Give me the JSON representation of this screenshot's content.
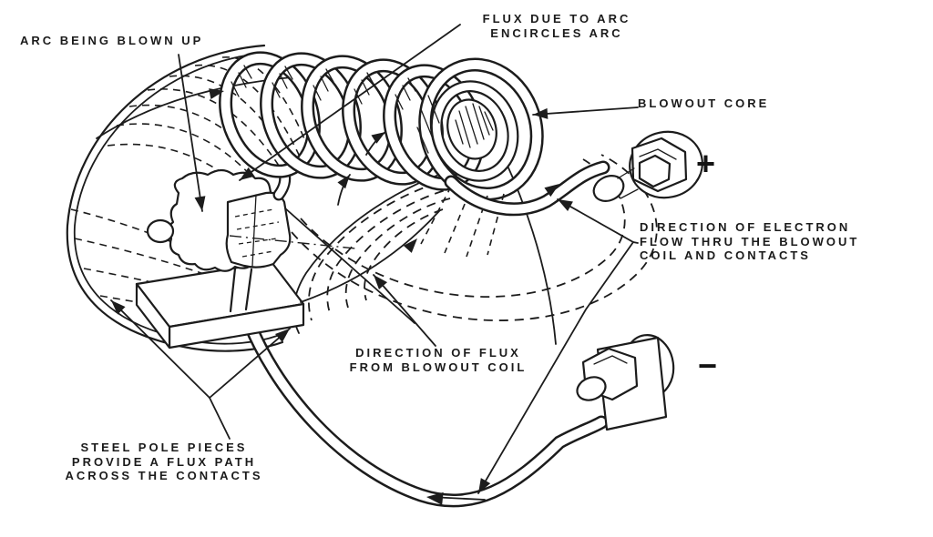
{
  "diagram": {
    "colors": {
      "background": "#ffffff",
      "ink": "#1c1c1c"
    },
    "labels": {
      "arc_being_blown_up": {
        "lines": [
          "ARC BEING BLOWN UP"
        ]
      },
      "flux_due_to_arc": {
        "lines": [
          "FLUX DUE TO ARC",
          "ENCIRCLES ARC"
        ]
      },
      "blowout_core": {
        "lines": [
          "BLOWOUT CORE"
        ]
      },
      "electron_flow": {
        "lines": [
          "DIRECTION OF ELECTRON",
          "FLOW THRU THE BLOWOUT",
          "COIL AND CONTACTS"
        ]
      },
      "flux_direction": {
        "lines": [
          "DIRECTION OF FLUX",
          "FROM BLOWOUT COIL"
        ]
      },
      "steel_pole_pieces": {
        "lines": [
          "STEEL POLE PIECES",
          "PROVIDE A FLUX PATH",
          "ACROSS THE CONTACTS"
        ]
      },
      "positive_terminal": "+",
      "negative_terminal": "−"
    }
  }
}
